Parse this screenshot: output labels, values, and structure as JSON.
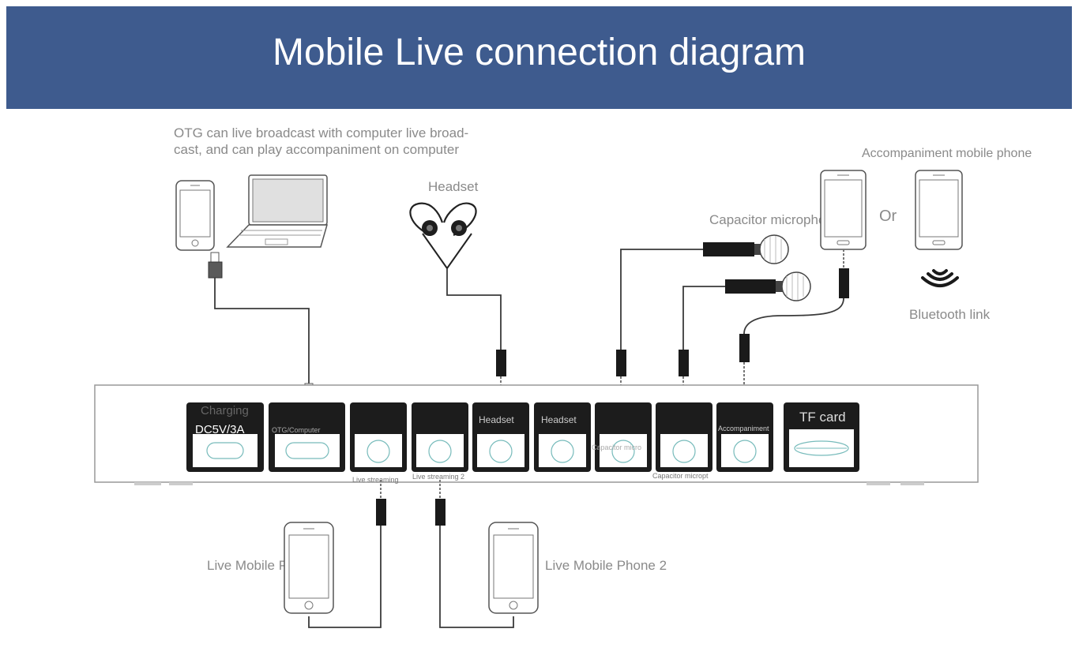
{
  "header": {
    "title": "Mobile Live connection diagram"
  },
  "labels": {
    "otg_line1": "OTG can live broadcast with computer live broad-",
    "otg_line2": "cast, and can play accompaniment on computer",
    "headset": "Headset",
    "capacitor_microphone": "Capacitor microphone",
    "accompaniment_phone": "Accompaniment mobile phone",
    "or": "Or",
    "bluetooth_link": "Bluetooth link",
    "live_phone_1": "Live Mobile Phone 1",
    "live_phone_2": "Live Mobile Phone 2"
  },
  "device": {
    "ports": [
      {
        "label": "Charging",
        "sublabel": "DC5V/3A"
      },
      {
        "label": "OTG/Computer"
      },
      {
        "label": ""
      },
      {
        "label": ""
      },
      {
        "label": "Headset"
      },
      {
        "label": "Headset"
      },
      {
        "label": "Capacitor micro"
      },
      {
        "label": ""
      },
      {
        "label": "Accompaniment"
      },
      {
        "label": "TF card"
      }
    ],
    "under_labels": {
      "live_streaming_1": "Live streaming",
      "live_streaming_2": "Live streaming 2",
      "capacitor_micropt": "Capacitor micropt"
    }
  },
  "colors": {
    "banner": "#3e5b8e",
    "label_gray": "#8a8a8a",
    "port_dark": "#1c1c1c",
    "line": "#3a3a3a"
  }
}
